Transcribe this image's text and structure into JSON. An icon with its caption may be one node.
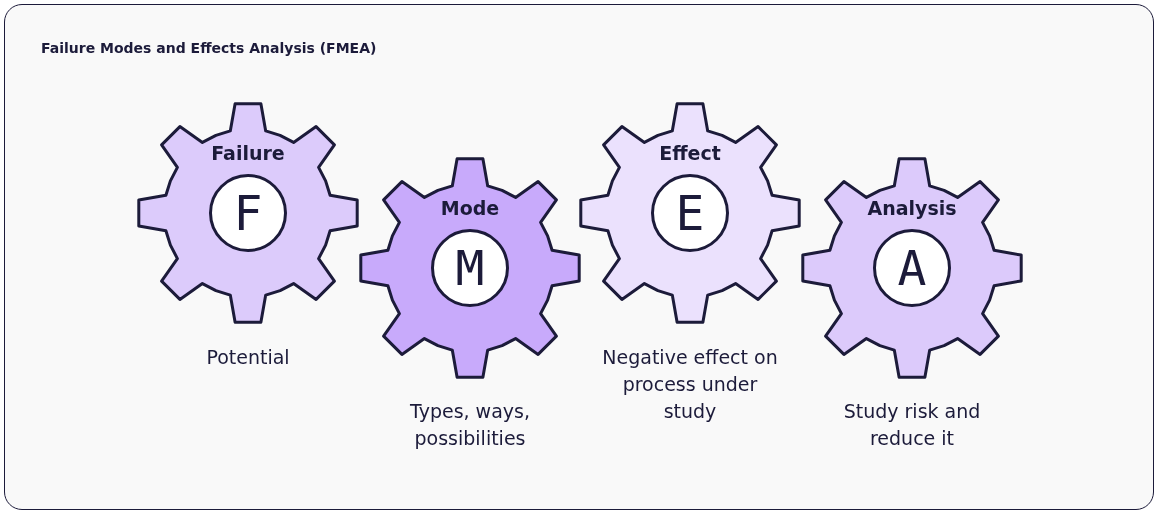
{
  "diagram": {
    "title": "Failure Modes and Effects Analysis (FMEA)",
    "nodes": [
      {
        "text": [
          "Failure"
        ],
        "beside": [
          "Potential"
        ]
      },
      {
        "text": [
          "F"
        ],
        "in": 0
      },
      {
        "text": [
          "Mode"
        ],
        "beside": [
          "Types, ways, possibilities"
        ]
      },
      {
        "text": [
          "M"
        ],
        "in": 2
      },
      {
        "text": [
          "Effect"
        ],
        "beside": [
          "Negative effect on process under study"
        ]
      },
      {
        "text": [
          "E"
        ],
        "in": 4
      },
      {
        "text": [
          "Analysis"
        ],
        "beside": [
          "Study risk and reduce it"
        ]
      },
      {
        "text": [
          "A"
        ],
        "in": 6
      }
    ]
  }
}
